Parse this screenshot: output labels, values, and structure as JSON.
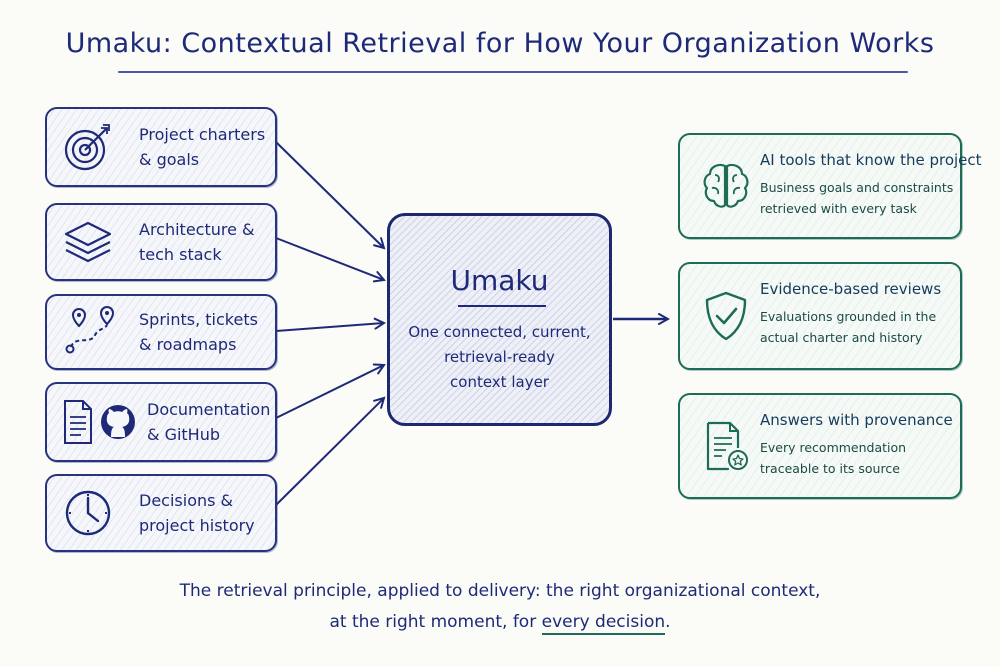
{
  "title": "Umaku: Contextual Retrieval for How Your Organization Works",
  "sources": [
    {
      "line1": "Project charters",
      "line2": "& goals",
      "icon": "target-icon"
    },
    {
      "line1": "Architecture &",
      "line2": "tech stack",
      "icon": "layers-icon"
    },
    {
      "line1": "Sprints, tickets",
      "line2": "& roadmaps",
      "icon": "map-pins-icon"
    },
    {
      "line1": "Documentation",
      "line2": "& GitHub",
      "icon": "document-github-icon"
    },
    {
      "line1": "Decisions &",
      "line2": "project history",
      "icon": "clock-icon"
    }
  ],
  "hub": {
    "title": "Umaku",
    "line1": "One connected, current,",
    "line2": "retrieval-ready",
    "line3": "context layer"
  },
  "outputs": [
    {
      "heading": "AI tools that know the project",
      "line1": "Business goals and constraints",
      "line2": "retrieved with every task",
      "icon": "brain-icon"
    },
    {
      "heading": "Evidence-based reviews",
      "line1": "Evaluations grounded in the",
      "line2": "actual charter and history",
      "icon": "shield-check-icon"
    },
    {
      "heading": "Answers with provenance",
      "line1": "Every recommendation",
      "line2": "traceable to its source",
      "icon": "certified-document-icon"
    }
  ],
  "footer": {
    "line1": "The retrieval principle, applied to delivery: the right organizational context,",
    "line2_prefix": "at the right moment, for ",
    "line2_highlight": "every decision",
    "line2_suffix": "."
  },
  "colors": {
    "ink_blue": "#1e2a78",
    "ink_green": "#1e6b57",
    "background": "#fbfbf8"
  }
}
